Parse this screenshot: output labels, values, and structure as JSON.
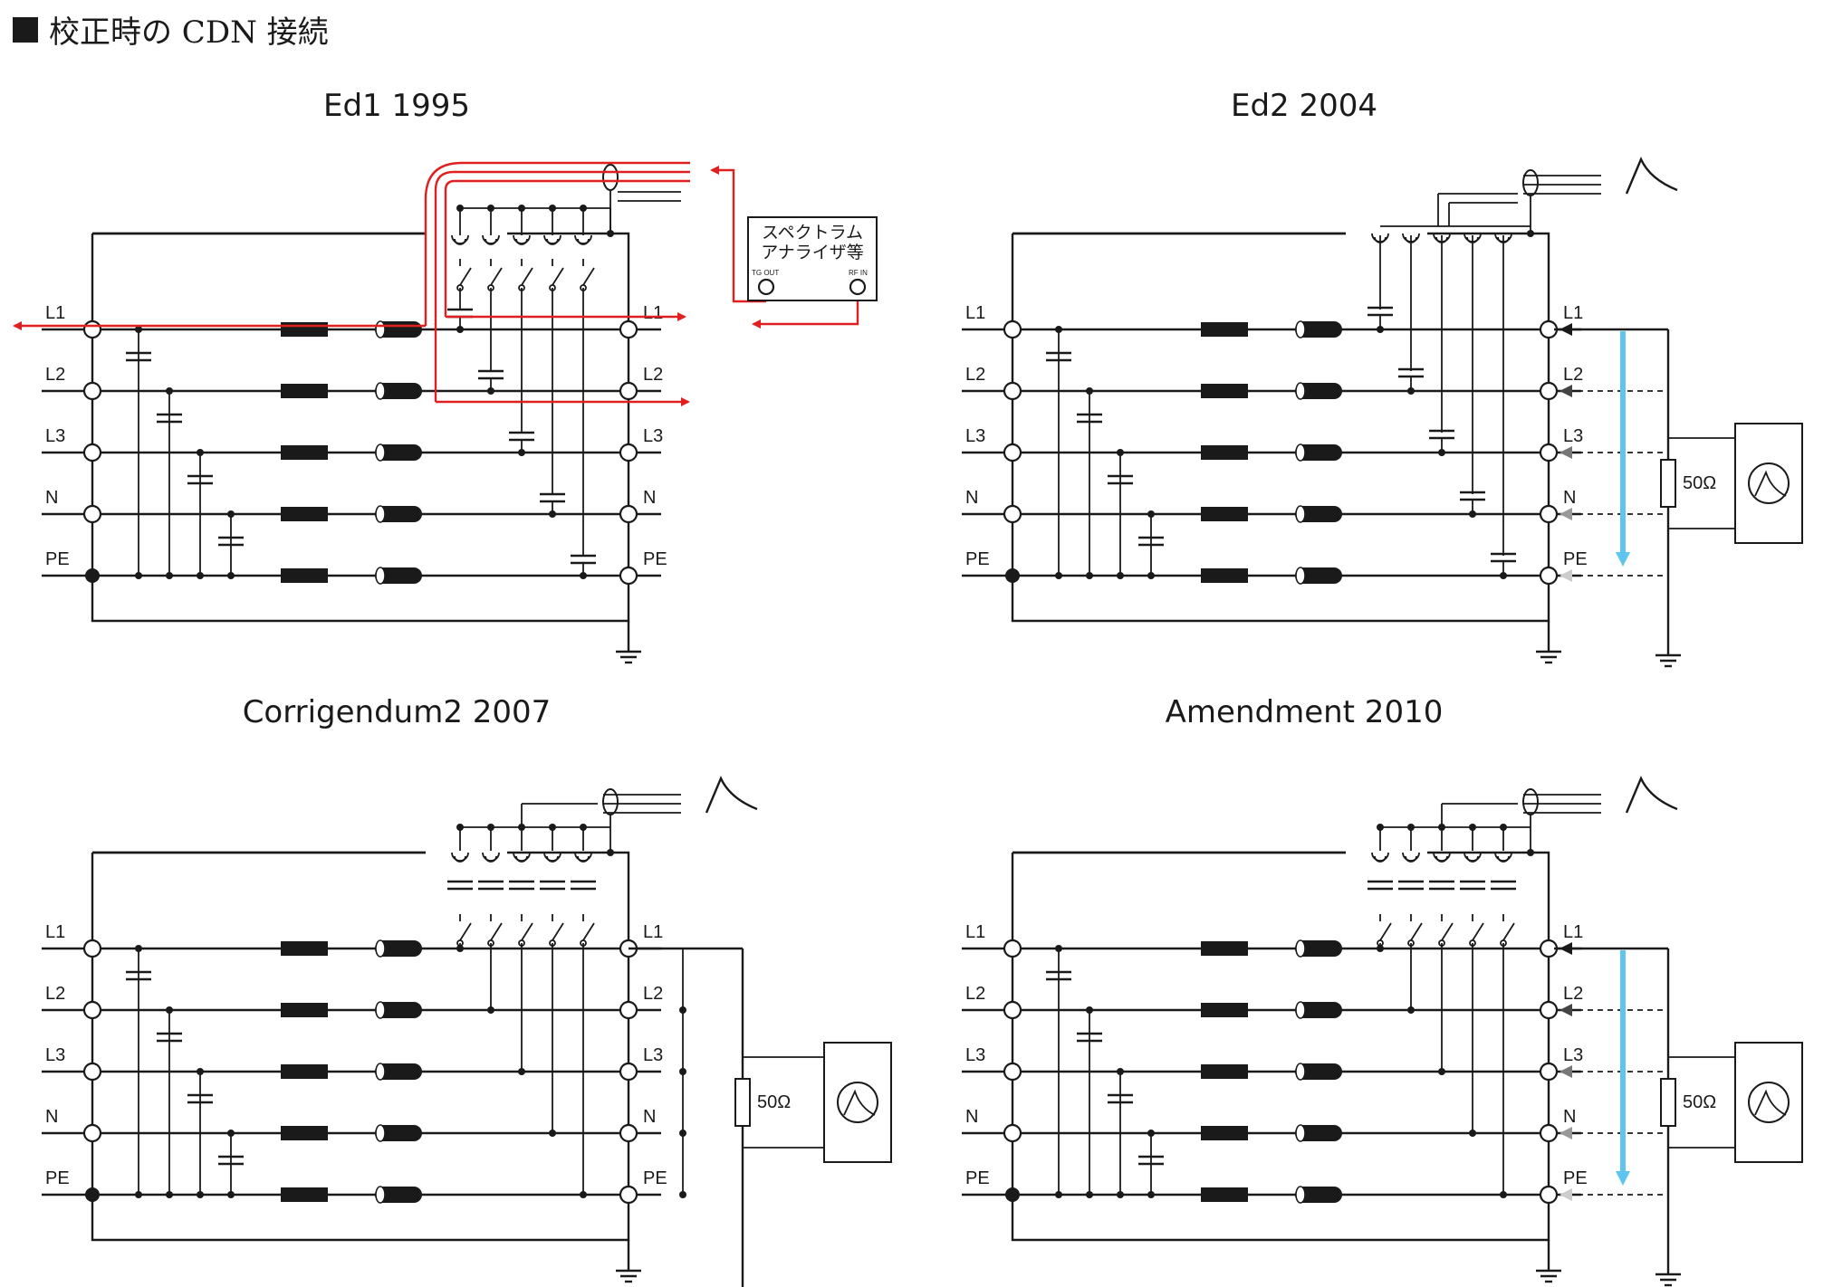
{
  "page_title": "校正時の CDN 接続",
  "panels": [
    {
      "title": "Ed1 1995",
      "left_labels": [
        "L1",
        "L2",
        "L3",
        "N",
        "PE"
      ],
      "right_labels": [
        "L1",
        "L2",
        "L3",
        "N",
        "PE"
      ],
      "instrument": {
        "name_line1": "スペクトラム",
        "name_line2": "アナライザ等",
        "port_out": "TG OUT",
        "port_in": "RF IN"
      }
    },
    {
      "title": "Ed2 2004",
      "left_labels": [
        "L1",
        "L2",
        "L3",
        "N",
        "PE"
      ],
      "right_labels": [
        "L1",
        "L2",
        "L3",
        "N",
        "PE"
      ],
      "resistor": "50Ω"
    },
    {
      "title": "Corrigendum2 2007",
      "left_labels": [
        "L1",
        "L2",
        "L3",
        "N",
        "PE"
      ],
      "right_labels": [
        "L1",
        "L2",
        "L3",
        "N",
        "PE"
      ],
      "resistor": "50Ω"
    },
    {
      "title": "Amendment 2010",
      "left_labels": [
        "L1",
        "L2",
        "L3",
        "N",
        "PE"
      ],
      "right_labels": [
        "L1",
        "L2",
        "L3",
        "N",
        "PE"
      ],
      "resistor": "50Ω"
    }
  ],
  "colors": {
    "wire": "#1a1a1a",
    "signal_red": "#e02020",
    "injection_blue": "#5ec5f0"
  }
}
